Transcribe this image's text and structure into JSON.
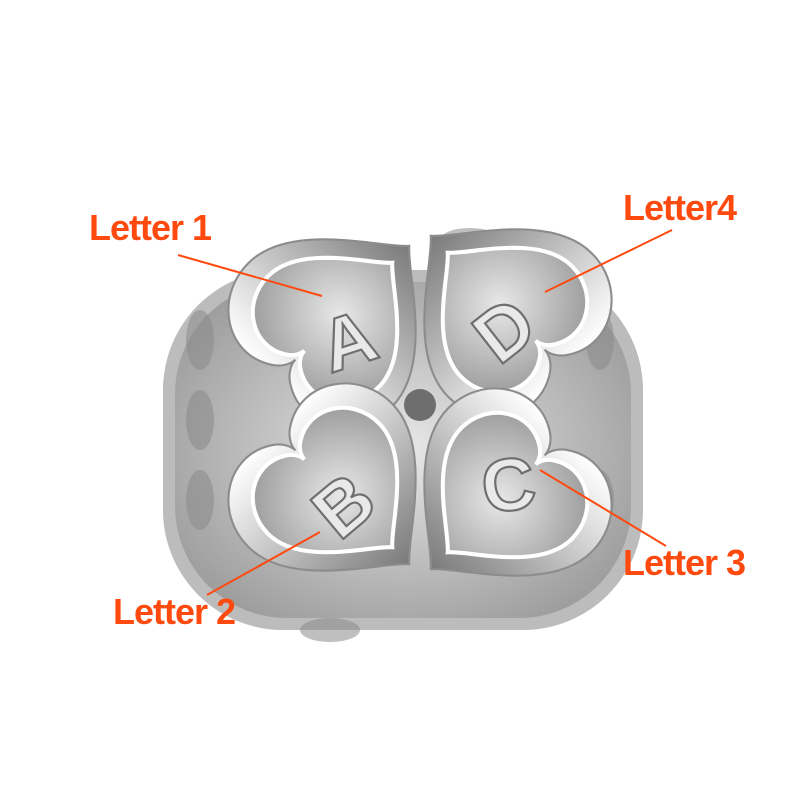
{
  "product": {
    "name": "four-leaf-clover-heart-letter-charm",
    "engraved_letters": [
      "A",
      "D",
      "B",
      "C"
    ]
  },
  "callouts": [
    {
      "id": "letter-1",
      "label": "Letter 1",
      "letter": "A"
    },
    {
      "id": "letter-4",
      "label": "Letter4",
      "letter": "D"
    },
    {
      "id": "letter-3",
      "label": "Letter 3",
      "letter": "C"
    },
    {
      "id": "letter-2",
      "label": "Letter 2",
      "letter": "B"
    }
  ],
  "colors": {
    "background": "#ffffff",
    "callout": "#ff4a0f",
    "silver_light": "#f4f4f4",
    "silver_mid": "#c8c8c8",
    "silver_dark": "#6e6e6e"
  }
}
